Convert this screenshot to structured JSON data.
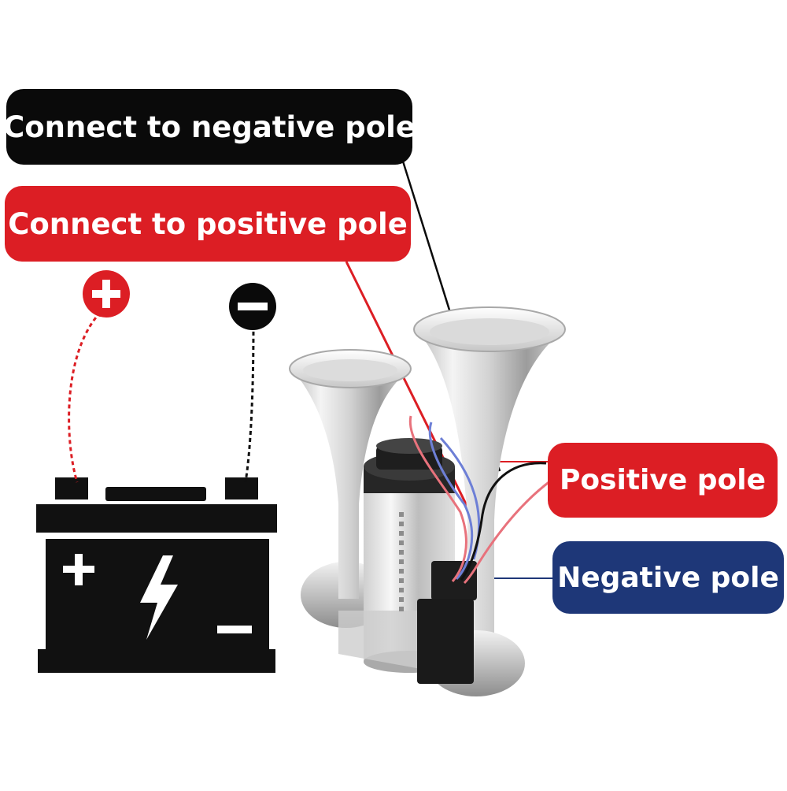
{
  "callouts": {
    "negative_connect": "Connect to negative pole",
    "positive_connect": "Connect to positive pole",
    "positive_pole": "Positive pole",
    "negative_pole": "Negative pole"
  },
  "colors": {
    "red": "#dc1e24",
    "black": "#0a0a0a",
    "navy": "#1e3778",
    "chrome_light": "#e9e9e9",
    "chrome_dark": "#9a9a9a",
    "wire_blue": "#6d7fd6",
    "wire_pink": "#e8727c"
  },
  "icons": {
    "battery": "battery-icon",
    "plus_terminal": "plus-circle-icon",
    "minus_terminal": "minus-circle-icon",
    "lightning": "lightning-bolt-icon",
    "horn": "air-horn-icon"
  }
}
